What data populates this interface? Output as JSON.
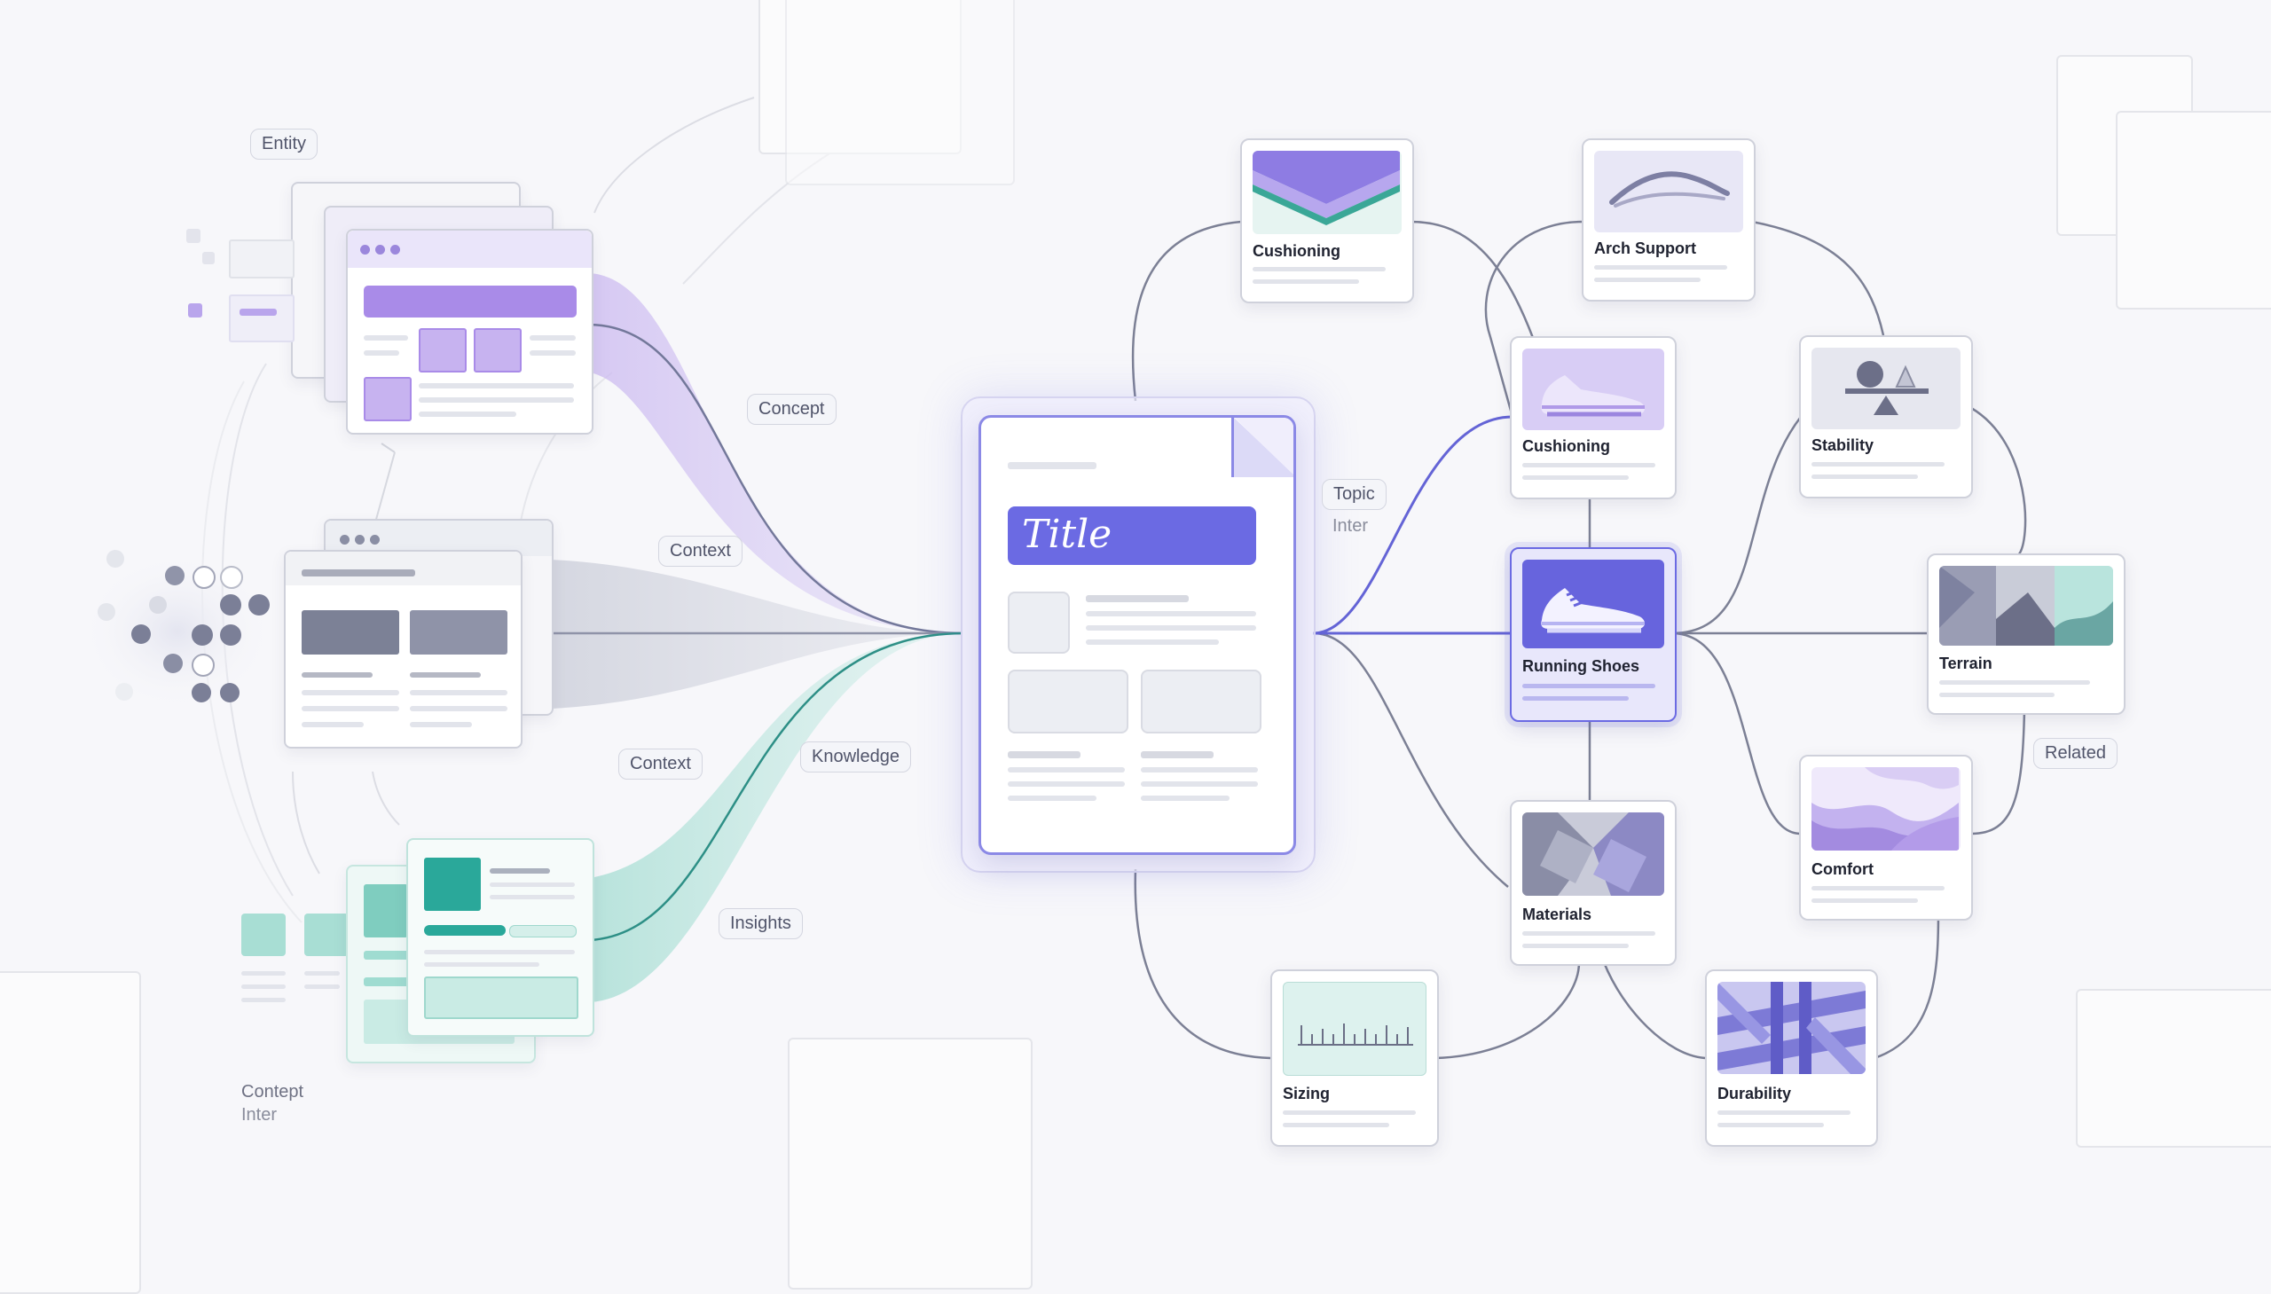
{
  "diagram": {
    "pills": {
      "entity": "Entity",
      "concept": "Concept",
      "context_top": "Context",
      "context_bottom": "Context",
      "knowledge": "Knowledge",
      "insights": "Insights",
      "topic": "Topic",
      "related": "Related"
    },
    "sublabels": {
      "topic_inter": "Inter",
      "contept": "Contept",
      "contept_inter": "Inter"
    },
    "document": {
      "title": "Title"
    },
    "nodes": {
      "cushioning_top": "Cushioning",
      "arch_support": "Arch Support",
      "cushioning_mid": "Cushioning",
      "stability": "Stability",
      "running_shoes": "Running Shoes",
      "terrain": "Terrain",
      "comfort": "Comfort",
      "materials": "Materials",
      "sizing": "Sizing",
      "durability": "Durability"
    },
    "colors": {
      "accent": "#6b6ae3",
      "purple_light": "#c9b6ef",
      "teal": "#2aa89a",
      "teal_light": "#a9ded5",
      "gray_slate": "#707693"
    }
  }
}
